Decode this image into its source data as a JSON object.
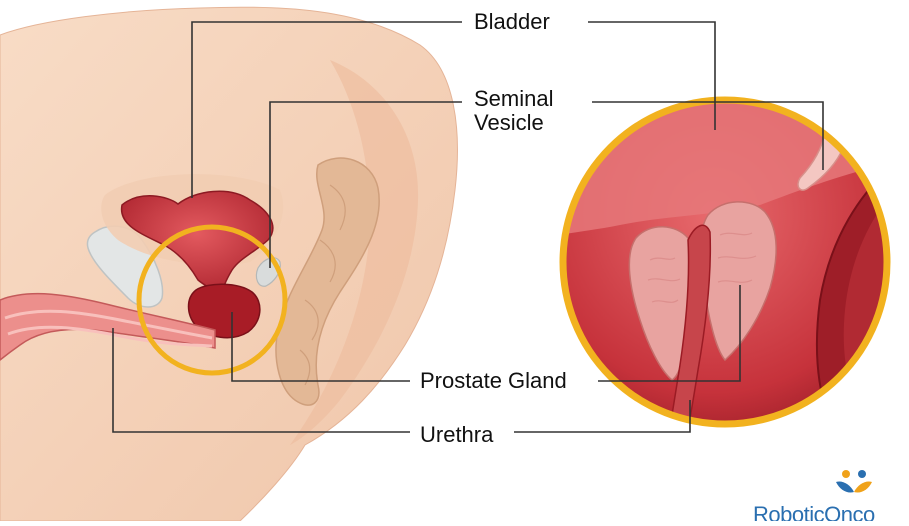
{
  "labels": {
    "bladder": "Bladder",
    "seminal_vesicle_line1": "Seminal",
    "seminal_vesicle_line2": "Vesicle",
    "prostate_gland": "Prostate Gland",
    "urethra": "Urethra"
  },
  "logo": {
    "text": "RoboticOnco",
    "icon": "people-icon"
  },
  "colors": {
    "skin": "#f6d3bb",
    "skin_shadow": "#e9b89b",
    "organ": "#c8313a",
    "organ_dark": "#9b1b24",
    "highlight_ring": "#f2b21f",
    "leader_line": "#333333",
    "bone": "#dfe2e2",
    "logo_blue": "#2a6fb0",
    "logo_orange": "#f0a21a"
  }
}
